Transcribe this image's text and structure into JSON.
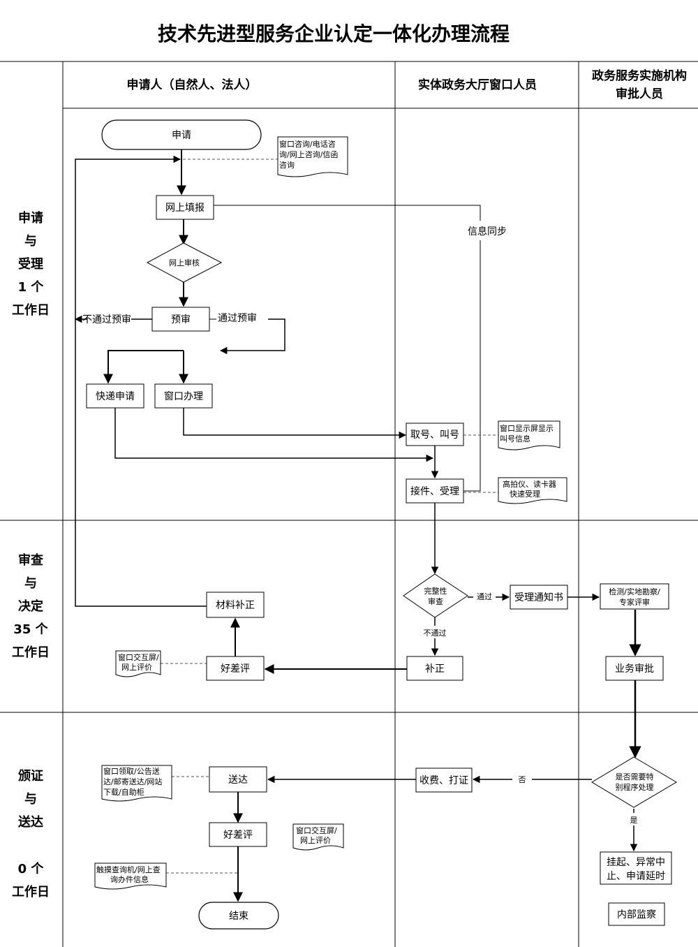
{
  "title": "技术先进型服务企业认定一体化办理流程",
  "columns": {
    "applicant": "申请人（自然人、法人）",
    "window": "实体政务大厅窗口人员",
    "approver_line1": "政务服务实施机构",
    "approver_line2": "审批人员"
  },
  "stages": {
    "s1": {
      "line1": "申请",
      "line2": "与",
      "line3": "受理",
      "line4": "1 个",
      "line5": "工作日"
    },
    "s2": {
      "line1": "审查",
      "line2": "与",
      "line3": "决定",
      "line4": "35 个",
      "line5": "工作日"
    },
    "s3": {
      "line1": "颁证",
      "line2": "与",
      "line3": "送达",
      "line4": "0 个",
      "line5": "工作日"
    }
  },
  "nodes": {
    "apply": "申请",
    "online_fill": "网上填报",
    "online_review": "网上审核",
    "prereview": "预审",
    "express_apply": "快递申请",
    "window_handle": "窗口办理",
    "take_number": "取号、叫号",
    "accept": "接件、受理",
    "completeness_l1": "完整性",
    "completeness_l2": "审查",
    "accept_notice": "受理通知书",
    "inspect_l1": "检测/实地勘察/",
    "inspect_l2": "专家评审",
    "supplement": "补正",
    "material_supplement": "材料补正",
    "rating1": "好差评",
    "business_approval": "业务审批",
    "special_l1": "是否需要特",
    "special_l2": "别程序处理",
    "fee_print": "收费、打证",
    "deliver": "送达",
    "rating2": "好差评",
    "end": "结束",
    "suspend_l1": "挂起、异常中",
    "suspend_l2": "止、申请延时",
    "internal_supervision": "内部监察"
  },
  "labels": {
    "not_pass_prereview": "不通过预审",
    "pass_prereview": "通过预审",
    "info_sync": "信息同步",
    "pass": "通过",
    "not_pass": "不通过",
    "no": "否",
    "yes": "是"
  },
  "notes": {
    "consult_l1": "窗口咨询/电话咨",
    "consult_l2": "询/网上咨询/信函",
    "consult_l3": "咨询",
    "screen_l1": "窗口显示屏显示",
    "screen_l2": "叫号信息",
    "camera_l1": "高拍仪、读卡器",
    "camera_l2": "快速受理",
    "eval1_l1": "窗口交互屏/",
    "eval1_l2": "网上评价",
    "deliver_l1": "窗口领取/公告送",
    "deliver_l2": "达/邮寄送达/网站",
    "deliver_l3": "下载/自助柜",
    "eval2_l1": "窗口交互屏/",
    "eval2_l2": "网上评价",
    "query_l1": "触摸查询机/网上查",
    "query_l2": "询办件信息"
  }
}
